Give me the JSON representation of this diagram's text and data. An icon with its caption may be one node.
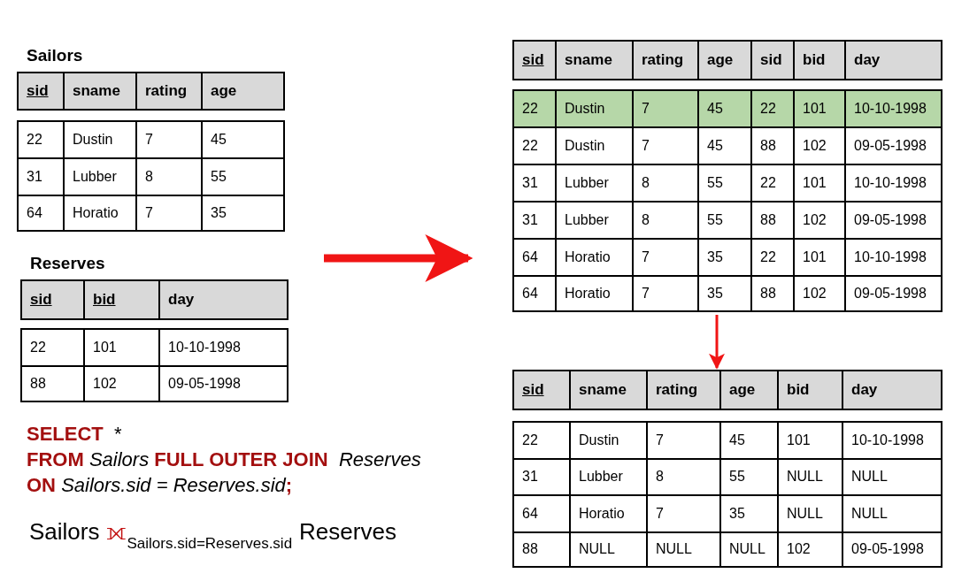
{
  "diagram": {
    "nodes": [
      {
        "text": [
          "Sailors",
          "sid",
          "sname",
          "rating",
          "age",
          "22",
          "Dustin",
          "7",
          "45",
          "31",
          "Lubber",
          "8",
          "55",
          "64",
          "Horatio",
          "7",
          "35"
        ]
      },
      {
        "text": [
          "Reserves",
          "sid",
          "bid",
          "day",
          "22",
          "101",
          "10-10-1998",
          "88",
          "102",
          "09-05-1998"
        ]
      },
      {
        "text": [
          "sid",
          "sname",
          "rating",
          "age",
          "sid",
          "bid",
          "day",
          "22",
          "Dustin",
          "7",
          "45",
          "22",
          "101",
          "10-10-1998",
          "22",
          "Dustin",
          "7",
          "45",
          "88",
          "102",
          "09-05-1998",
          "31",
          "Lubber",
          "8",
          "55",
          "22",
          "101",
          "10-10-1998",
          "31",
          "Lubber",
          "8",
          "55",
          "88",
          "102",
          "09-05-1998",
          "64",
          "Horatio",
          "7",
          "35",
          "22",
          "101",
          "10-10-1998",
          "64",
          "Horatio",
          "7",
          "35",
          "88",
          "102",
          "09-05-1998"
        ]
      },
      {
        "text": [
          "sid",
          "sname",
          "rating",
          "age",
          "bid",
          "day",
          "22",
          "Dustin",
          "7",
          "45",
          "101",
          "10-10-1998",
          "31",
          "Lubber",
          "8",
          "55",
          "NULL",
          "NULL",
          "64",
          "Horatio",
          "7",
          "35",
          "NULL",
          "NULL",
          "88",
          "NULL",
          "NULL",
          "NULL",
          "102",
          "09-05-1998"
        ]
      }
    ],
    "edges": [
      {
        "from": null,
        "to": 2,
        "arrow": "to",
        "style": "thick"
      },
      {
        "from": 2,
        "to": 3,
        "arrow": "to"
      }
    ],
    "labels": [
      "**SELECT**  *",
      "**FROM** *Sailors* **FULL OUTER JOIN**  *Reserves*",
      "**ON** *Sailors.sid = Reserves.sid*",
      ";",
      "Sailors",
      "⟗",
      "$_{Sailors.sid=Reserves.sid}$",
      "Reserves"
    ]
  }
}
